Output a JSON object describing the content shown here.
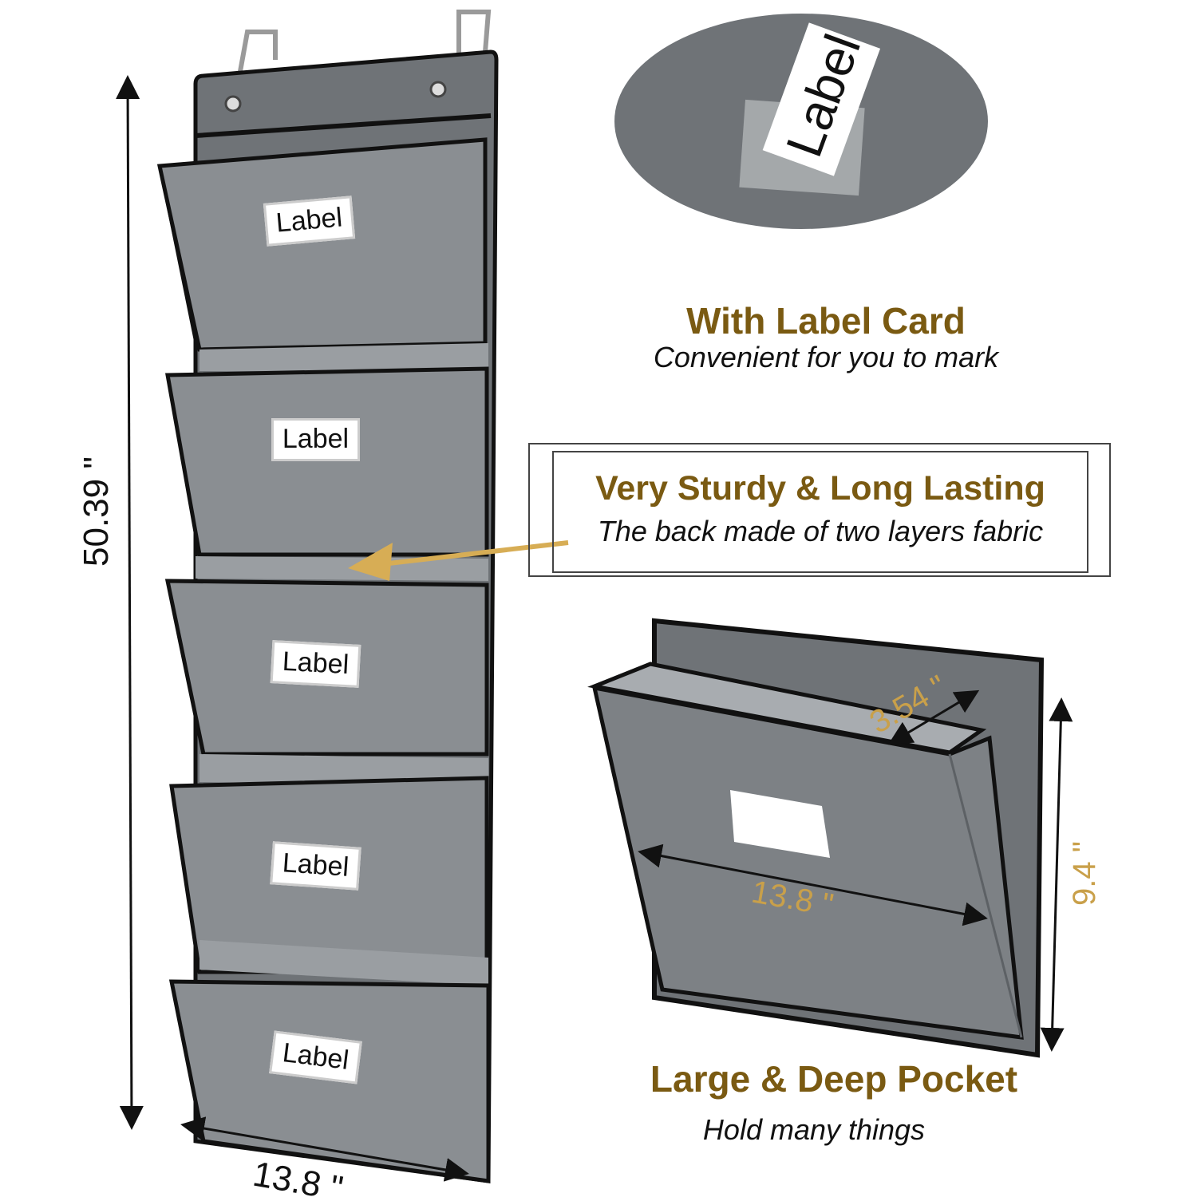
{
  "colors": {
    "fabric": "#6f7377",
    "fabric_light": "#8a8e92",
    "fabric_inner": "#9a9ea2",
    "trim": "#111111",
    "gold_text": "#7a5a12",
    "gold_dim": "#c9a04a",
    "arrow": "#d7ad55"
  },
  "organizer": {
    "pockets": [
      {
        "label": "Label"
      },
      {
        "label": "Label"
      },
      {
        "label": "Label"
      },
      {
        "label": "Label"
      },
      {
        "label": "Label"
      }
    ],
    "height_dim": "50.39 \"",
    "width_dim": "13.8 \""
  },
  "label_closeup": {
    "card_text": "Label"
  },
  "features": {
    "label_card": {
      "title": "With Label Card",
      "subtitle": "Convenient for you to mark"
    },
    "sturdy": {
      "title": "Very Sturdy & Long Lasting",
      "subtitle": "The back made of two layers fabric"
    },
    "pocket": {
      "title": "Large & Deep Pocket",
      "subtitle": "Hold many things"
    }
  },
  "pocket_detail": {
    "depth_dim": "3.54 \"",
    "width_dim": "13.8 \"",
    "height_dim": "9.4 \""
  }
}
